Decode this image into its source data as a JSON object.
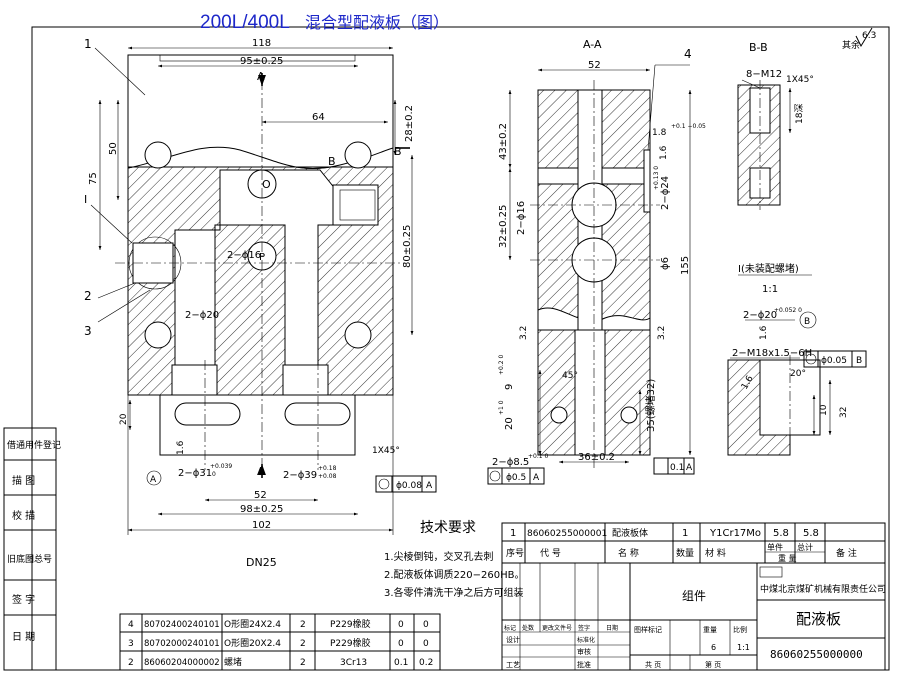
{
  "title": "200L/400L",
  "title_suffix": "混合型配液板（图）",
  "surface_finish": "其余",
  "surface_value": "6.3",
  "views": {
    "section_aa": "A-A",
    "section_bb": "B-B",
    "detail_title": "I(未装配螺堵)",
    "detail_scale": "1:1"
  },
  "front_view": {
    "dims": {
      "width_118": "118",
      "pitch_95": "95±0.25",
      "dim_64": "64",
      "dim_28": "28±0.2",
      "dim_50": "50",
      "dim_75": "75",
      "dim_80": "80±0.25",
      "dim_20": "20",
      "dim_52": "52",
      "dim_98": "98±0.25",
      "dim_102": "102",
      "phi16": "2−ϕ16",
      "phi20": "2−ϕ20",
      "phi31": "2−ϕ31",
      "phi31_tol_up": "+0.039",
      "phi31_tol_dn": "0",
      "phi39": "2−ϕ39",
      "phi39_tol_up": "+0.18",
      "phi39_tol_dn": "+0.08",
      "chamfer": "1X45°",
      "rough_16": "1.6",
      "geo_tol": "ϕ0.08",
      "datum_a": "A"
    },
    "labels": {
      "cut_a": "A",
      "cut_b": "B",
      "port_o": "O",
      "port_p": "P",
      "detail_i": "I",
      "dn": "DN25"
    },
    "callouts": [
      "1",
      "2",
      "3"
    ]
  },
  "section_aa": {
    "callout_4": "4",
    "dims": {
      "dim_52": "52",
      "dim_43": "43±0.2",
      "dim_32": "32±0.25",
      "dim_155": "155",
      "phi16": "2−ϕ16",
      "phi24": "2−ϕ24",
      "phi24_tol": "+0.13 0",
      "phi6": "ϕ6",
      "dim_18": "1.8",
      "dim_18_tol": "+0.1 −0.05",
      "r16": "1.6",
      "dim_9": "9",
      "dim_9_tol": "+0.2 0",
      "dim_20": "20",
      "dim_20_tol": "+1 0",
      "dim_35": "35(螺堵32)",
      "dim_36": "36±0.2",
      "phi85": "2−ϕ8.5",
      "phi85_tol": "+0.1 0",
      "angle": "45°",
      "r32a": "3.2",
      "r32b": "3.2",
      "tol_pos": "ϕ0.5",
      "tol_perp": "0.1",
      "datum": "A"
    }
  },
  "section_bb": {
    "thread": "8−M12",
    "chamfer": "1X45°",
    "depth": "18深"
  },
  "detail": {
    "bore": "2−ϕ20",
    "bore_tol": "+0.052 0",
    "thread": "2−M18x1.5−6H",
    "rough": "1.6",
    "rough2": "1.6",
    "angle": "20°",
    "dim_10": "10",
    "dim_32": "32",
    "pos_tol": "ϕ0.05",
    "datum_b": "B"
  },
  "tech_req": {
    "heading": "技术要求",
    "lines": [
      "1.尖棱倒钝，交叉孔去刺",
      "2.配液板体调质220−260HB。",
      "3.各零件清洗干净之后方可组装"
    ]
  },
  "left_column": [
    "借通用件登记",
    "描  图",
    "校  描",
    "旧底图总号",
    "签  字",
    "日  期"
  ],
  "bom_top": {
    "rows": [
      [
        "1",
        "86060255000001",
        "配液板体",
        "1",
        "Y1Cr17Mo",
        "5.8",
        "5.8",
        ""
      ]
    ],
    "headers": [
      "序号",
      "代    号",
      "名    称",
      "数量",
      "材    料",
      "单件",
      "总计",
      "备  注"
    ],
    "weight": "重  量"
  },
  "bom_bottom": {
    "rows": [
      [
        "4",
        "80702400240101",
        "O形圈24X2.4",
        "2",
        "P229橡胶",
        "0",
        "0",
        ""
      ],
      [
        "3",
        "80702000240101",
        "O形圈20X2.4",
        "2",
        "P229橡胶",
        "0",
        "0",
        ""
      ],
      [
        "2",
        "86060204000002",
        "螺堵",
        "2",
        "3Cr13",
        "0.1",
        "0.2",
        ""
      ]
    ]
  },
  "title_block": {
    "assembly": "组件",
    "company": "中煤北京煤矿机械有限责任公司",
    "part_name": "配液板",
    "drawing_no": "86060255000000",
    "revision_headers": [
      "标记",
      "处数",
      "更改文件号",
      "签字",
      "日期"
    ],
    "roles": [
      "设计",
      "标准化",
      "审核",
      "工艺",
      "批准"
    ],
    "stage_headers": [
      "图样标记",
      "重量",
      "比例"
    ],
    "weight": "6",
    "scale": "1:1",
    "sheets_total": "共    页",
    "sheet_no": "第    页"
  }
}
